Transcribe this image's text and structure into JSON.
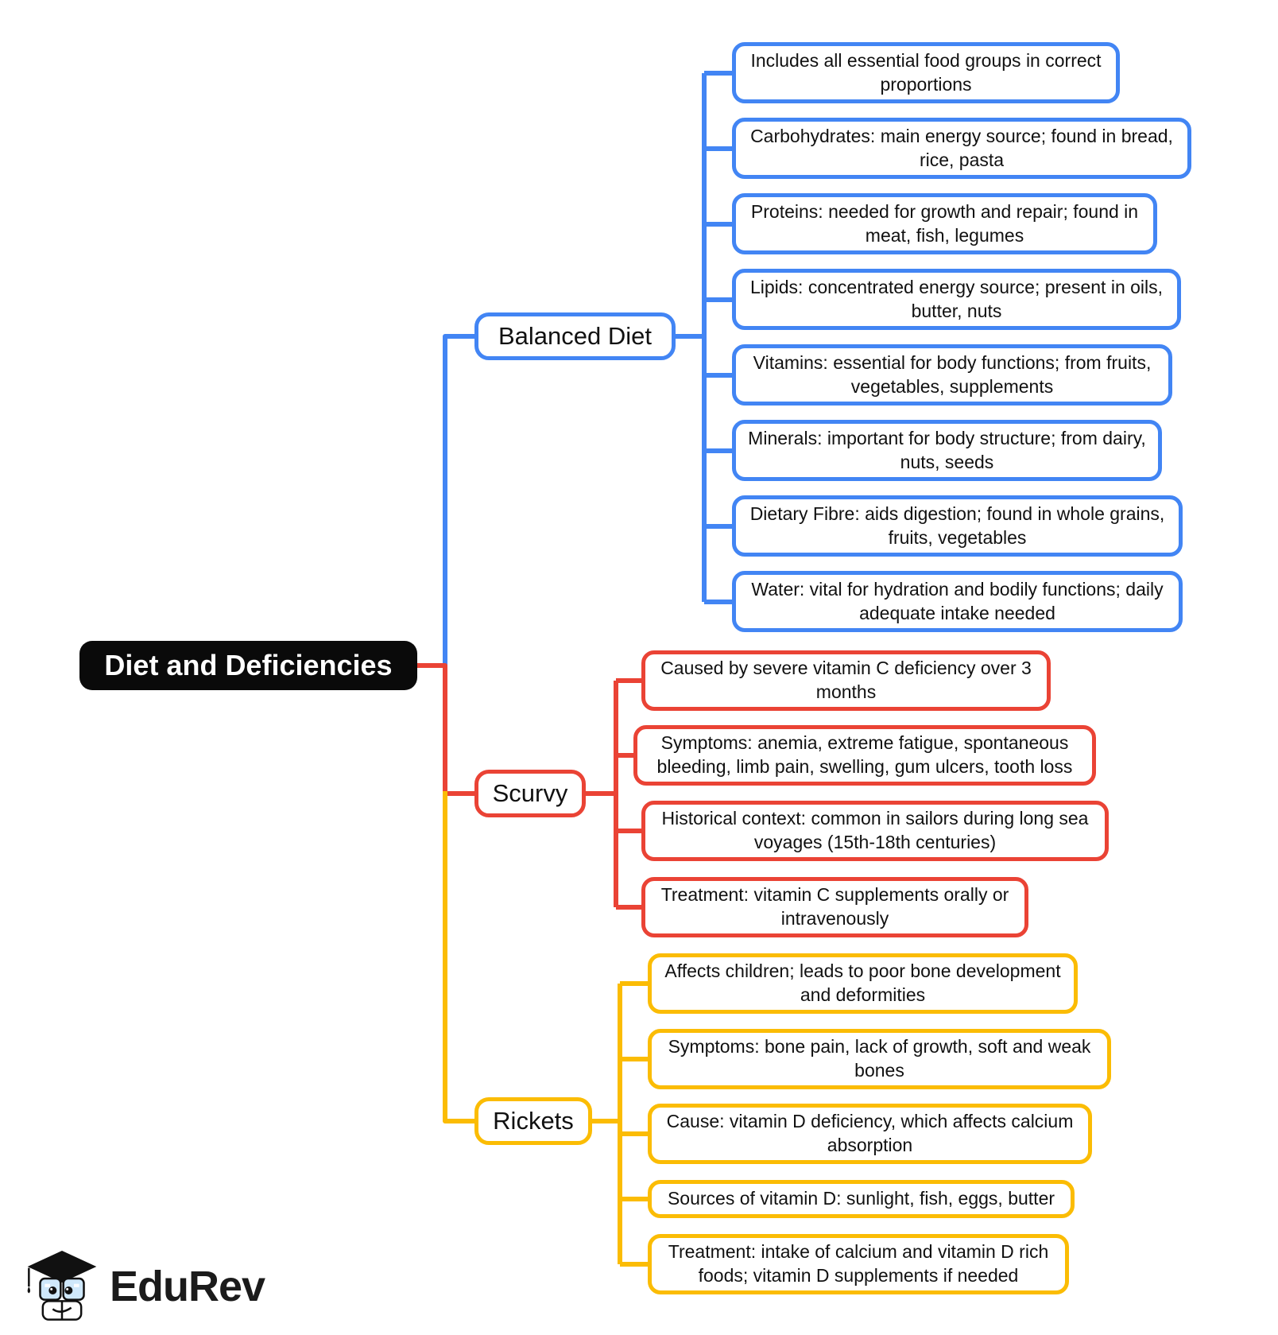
{
  "root": {
    "label": "Diet and Deficiencies"
  },
  "branches": [
    {
      "name": "Balanced Diet",
      "color": "#4285F4",
      "children": [
        "Includes all essential food groups in correct proportions",
        "Carbohydrates: main energy source; found in bread, rice, pasta",
        "Proteins: needed for growth and repair; found in meat, fish, legumes",
        "Lipids: concentrated energy source; present in oils, butter, nuts",
        "Vitamins: essential for body functions; from fruits, vegetables, supplements",
        "Minerals: important for body structure; from dairy, nuts, seeds",
        "Dietary Fibre: aids digestion; found in whole grains, fruits, vegetables",
        "Water: vital for hydration and bodily functions; daily adequate intake needed"
      ]
    },
    {
      "name": "Scurvy",
      "color": "#EA4335",
      "children": [
        "Caused by severe vitamin C deficiency over 3 months",
        "Symptoms: anemia, extreme fatigue, spontaneous bleeding, limb pain, swelling, gum ulcers, tooth loss",
        "Historical context: common in sailors during long sea voyages (15th-18th centuries)",
        "Treatment: vitamin C supplements orally or intravenously"
      ]
    },
    {
      "name": "Rickets",
      "color": "#FBBC04",
      "children": [
        "Affects children; leads to poor bone development and deformities",
        "Symptoms: bone pain, lack of growth, soft and weak bones",
        "Cause: vitamin D deficiency, which affects calcium absorption",
        "Sources of vitamin D: sunlight, fish, eggs, butter",
        "Treatment: intake of calcium and vitamin D rich foods; vitamin D supplements if needed"
      ]
    }
  ],
  "logo": {
    "text": "EduRev"
  },
  "colors": {
    "balanced_diet": "#4285F4",
    "scurvy": "#EA4335",
    "rickets": "#FBBC04",
    "root_background": "#0A0A0A",
    "root_text": "#FFFFFF",
    "node_text": "#111111",
    "background": "#FFFFFF"
  }
}
